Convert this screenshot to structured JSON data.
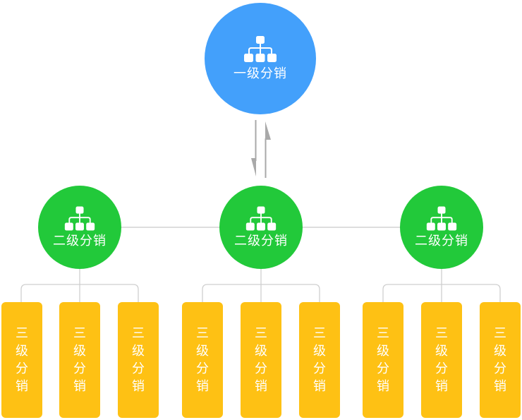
{
  "colors": {
    "level1": "#43a0fb",
    "level2": "#22c93a",
    "level3": "#fec114",
    "connector": "#c8c8c8",
    "arrow": "#a9a9a9"
  },
  "level1": {
    "label": "一级分销",
    "icon": "hierarchy-icon"
  },
  "level2": [
    {
      "label": "二级分销",
      "icon": "hierarchy-icon"
    },
    {
      "label": "二级分销",
      "icon": "hierarchy-icon"
    },
    {
      "label": "二级分销",
      "icon": "hierarchy-icon"
    }
  ],
  "level3": [
    [
      "三级分销",
      "三级分销",
      "三级分销"
    ],
    [
      "三级分销",
      "三级分销",
      "三级分销"
    ],
    [
      "三级分销",
      "三级分销",
      "三级分销"
    ]
  ]
}
